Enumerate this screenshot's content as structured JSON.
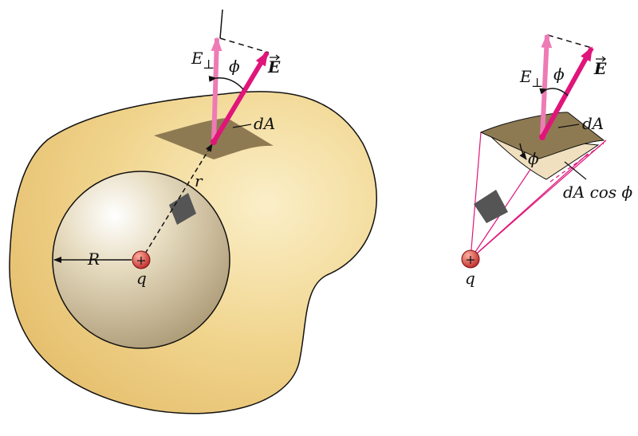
{
  "left_figure": {
    "labels": {
      "e_perp": "E",
      "perp_symbol": "⊥",
      "phi": "ϕ",
      "e_vec": "E",
      "da": "dA",
      "r": "r",
      "big_r": "R",
      "q": "q",
      "charge_sign": "+"
    }
  },
  "right_figure": {
    "labels": {
      "e_perp": "E",
      "perp_symbol": "⊥",
      "phi_top": "ϕ",
      "e_vec": "E",
      "da": "dA",
      "phi_bottom": "ϕ",
      "da_cos_phi": "dA cos ϕ",
      "q": "q",
      "charge_sign": "+"
    }
  },
  "colors": {
    "blob_fill": "#f0d48c",
    "sphere_fill": "#d8c8a0",
    "patch_brown": "#8e7a52",
    "patch_dark": "#555555",
    "arrow_magenta": "#e0157a",
    "arrow_pink": "#ee7bb5",
    "charge_red": "#d93b3b",
    "line_black": "#111111"
  }
}
